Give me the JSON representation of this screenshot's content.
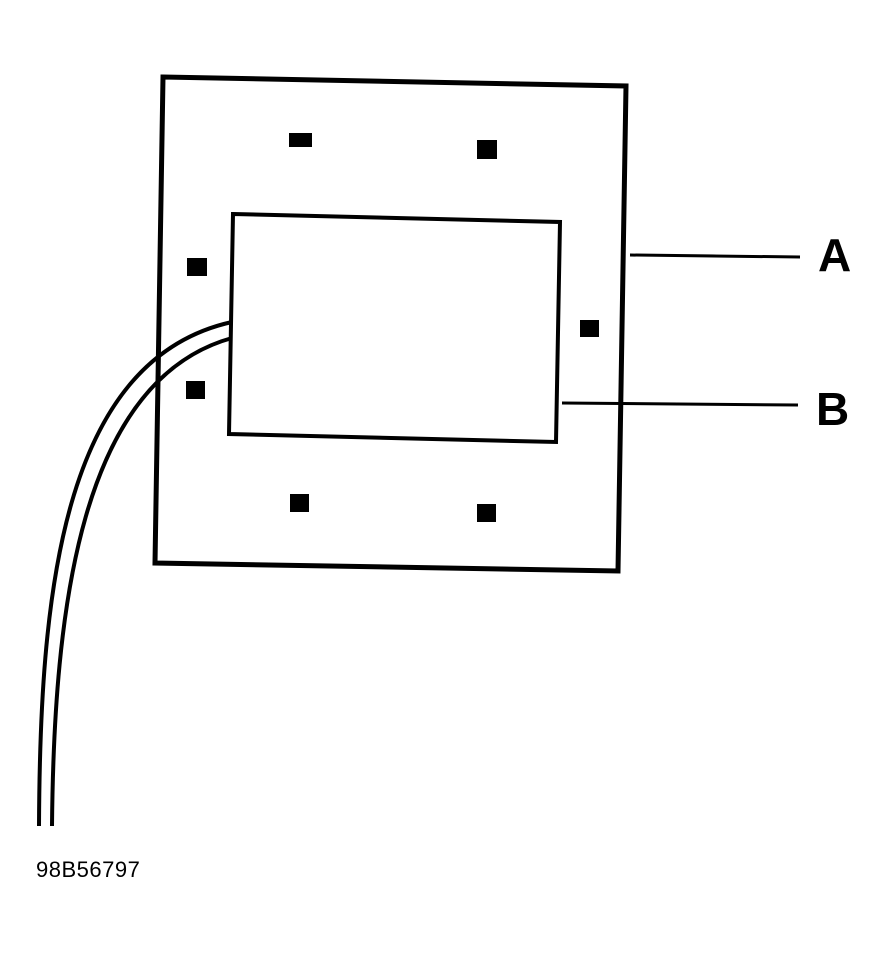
{
  "diagram": {
    "labels": {
      "a": "A",
      "b": "B"
    },
    "figure_id": "98B56797"
  },
  "colors": {
    "ink": "#000000",
    "paper": "#ffffff"
  }
}
